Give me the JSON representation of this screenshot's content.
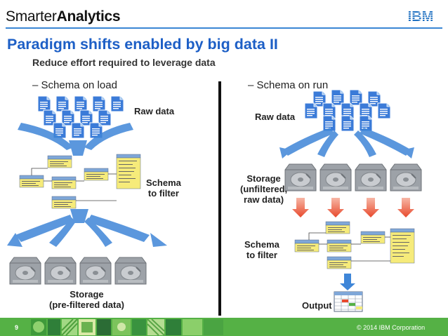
{
  "header": {
    "logo_light": "Smarter",
    "logo_bold": "Analytics",
    "brand": "IBM",
    "title": "Paradigm shifts enabled by big data II",
    "subtitle": "Reduce effort required to leverage data"
  },
  "left": {
    "heading": "–  Schema on load",
    "raw_data": "Raw data",
    "schema_line1": "Schema",
    "schema_line2": "to filter",
    "storage_line1": "Storage",
    "storage_line2": "(pre-filtered data)"
  },
  "right": {
    "heading": "–  Schema on run",
    "raw_data": "Raw data",
    "storage_line1": "Storage",
    "storage_line2": "(unfiltered,",
    "storage_line3": "raw data)",
    "schema_line1": "Schema",
    "schema_line2": "to filter",
    "output": "Output"
  },
  "footer": {
    "page_number": "9",
    "copyright": "© 2014 IBM Corporation"
  },
  "colors": {
    "title": "#1d5fc6",
    "rule": "#3a86d4",
    "doc": "#3b7bd8",
    "arrow": "#3f86d8",
    "red_arrow": "#e8492c",
    "footer": "#55b145",
    "schema_header": "#7fa7d8",
    "schema_body": "#f6eb7a"
  },
  "icons": {
    "document": "document-icon",
    "hard_drive": "hard-drive-icon",
    "arrow": "arrow-icon",
    "output": "table-output-icon"
  }
}
